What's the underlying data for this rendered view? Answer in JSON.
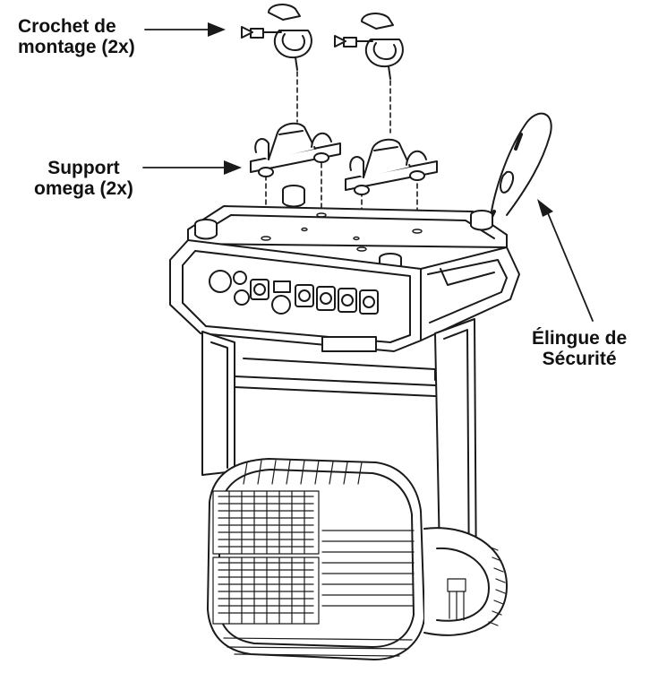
{
  "labels": {
    "mounting_clamp": {
      "line1": "Crochet de",
      "line2": "montage (2x)"
    },
    "omega_bracket": {
      "line1": "Support",
      "line2": "omega (2x)"
    },
    "safety_cable": {
      "line1": "Élingue de",
      "line2": "Sécurité"
    }
  },
  "colors": {
    "line": "#1a1a1a",
    "background": "#ffffff"
  }
}
